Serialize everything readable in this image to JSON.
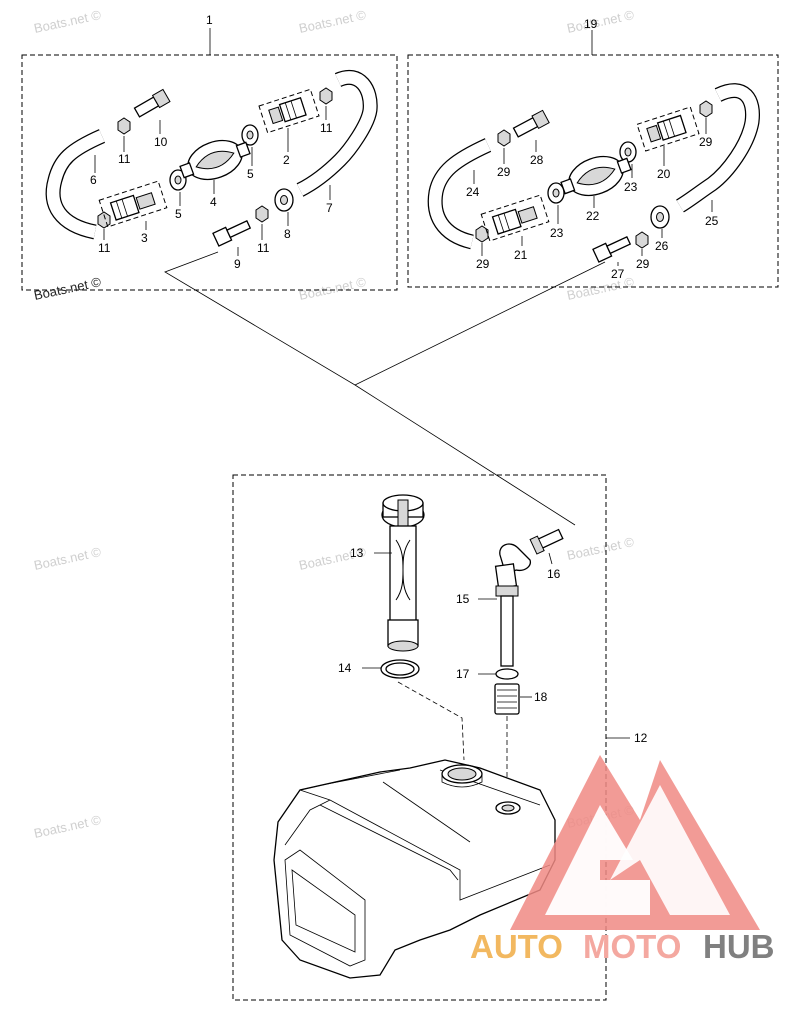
{
  "diagram": {
    "group_labels": {
      "kit_a": "1",
      "kit_b": "19",
      "tank_assembly": "12"
    },
    "part_labels": {
      "p2": "2",
      "p3": "3",
      "p4": "4",
      "p5a": "5",
      "p5b": "5",
      "p6": "6",
      "p7": "7",
      "p8": "8",
      "p9": "9",
      "p10": "10",
      "p11a": "11",
      "p11b": "11",
      "p11c": "11",
      "p11d": "11",
      "p13": "13",
      "p14": "14",
      "p15": "15",
      "p16": "16",
      "p17": "17",
      "p18": "18",
      "p20": "20",
      "p21": "21",
      "p22": "22",
      "p23a": "23",
      "p23b": "23",
      "p24": "24",
      "p25": "25",
      "p26": "26",
      "p27": "27",
      "p28": "28",
      "p29a": "29",
      "p29b": "29",
      "p29c": "29",
      "p29d": "29"
    }
  },
  "watermarks": {
    "main": "Boats.net ©",
    "faint": "Boats.net ©"
  },
  "logo": {
    "part1": "AUTO",
    "part2": "MOTO",
    "part3": "HUB",
    "colors": {
      "orange": "#f2b860",
      "pink": "#f4a8a0",
      "gray": "#808080",
      "triangle": "#f08a84"
    }
  }
}
